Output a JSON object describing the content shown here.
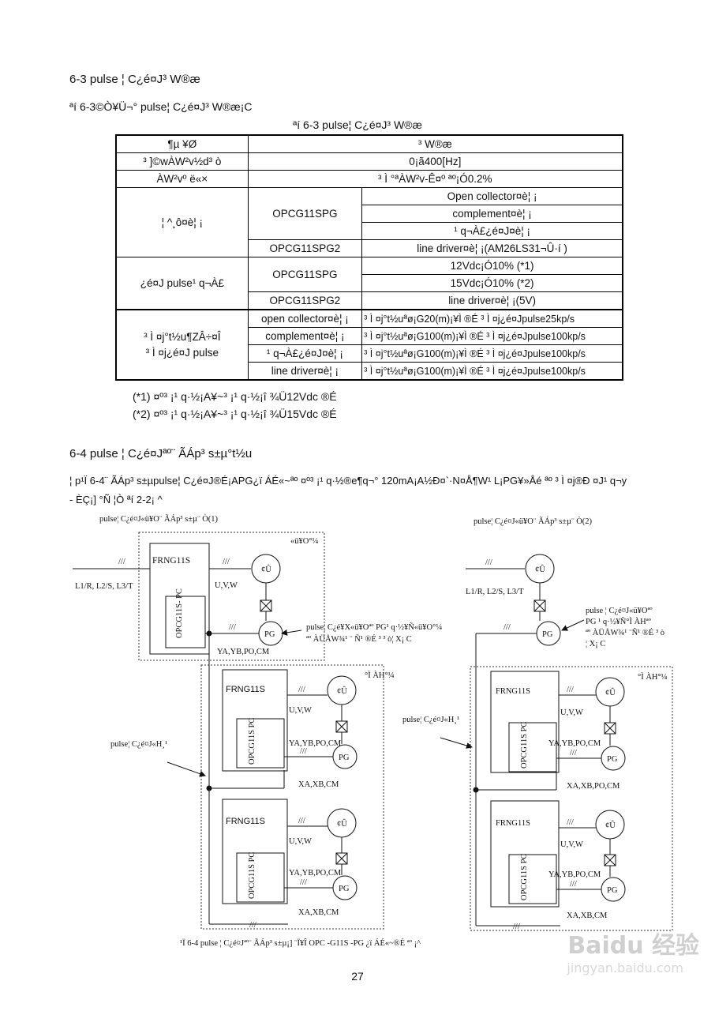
{
  "section_63": {
    "heading": "6-3    pulse ¦ C¿é¤J³ W®æ",
    "intro": "ªí  6-3©Ò¥Ü¬° pulse¦ C¿é¤J³ W®æ¡C",
    "table_caption": "ªí  6-3    pulse¦ C¿é¤J³ W®æ"
  },
  "table": {
    "header": [
      "¶µ    ¥Ø",
      "³ W®æ"
    ],
    "rows": {
      "r1": [
        "³ ]©wÀW²v½d³ ò",
        "0¡ã400[Hz]"
      ],
      "r2": [
        "ÀW²vº ë«×",
        "³ Ì °ªÀW²v-Ê¤º ªº¡Ó0.2%"
      ],
      "group1_label": "¦ ^¸ô¤è¦ ¡",
      "g1_model_a": "OPCG11SPG",
      "g1_a1": "Open collector¤è¦ ¡",
      "g1_a2": "complement¤è¦ ¡",
      "g1_a3": "¹ q¬À£¿é¤J¤è¦ ¡",
      "g1_model_b": "OPCG11SPG2",
      "g1_b1": "line driver¤è¦ ¡(AM26LS31¬Û·í )",
      "group2_label": "¿é¤J pulse¹ q¬À£",
      "g2_model_a": "OPCG11SPG",
      "g2_a1": "12Vdc¡Ó10%   (*1)",
      "g2_a2": "15Vdc¡Ó10%   (*2)",
      "g2_model_b": "OPCG11SPG2",
      "g2_b1": "line driver¤è¦ ¡(5V)",
      "group3_label_1": "³ Ì ¤j°t½u¶ZÂ÷¤Î",
      "group3_label_2": "³ Ì ¤j¿é¤J pulse",
      "g3_m1": "open collector¤è¦ ¡",
      "g3_v1": "³ Ì ¤j°t½uªø¡G20(m)¡¥Ì ®É ³ Ì ¤j¿é¤Jpulse25kp/s",
      "g3_m2": "complement¤è¦ ¡",
      "g3_v2": "³ Ì ¤j°t½uªø¡G100(m)¡¥Ì ®É ³ Ì ¤j¿é¤Jpulse100kp/s",
      "g3_m3": "¹ q¬À£¿é¤J¤è¦ ¡",
      "g3_v3": "³ Ì ¤j°t½uªø¡G100(m)¡¥Ì ®É ³ Ì ¤j¿é¤Jpulse100kp/s",
      "g3_m4": "line driver¤è¦ ¡",
      "g3_v4": "³ Ì ¤j°t½uªø¡G100(m)¡¥Ì ®É ³ Ì ¤j¿é¤Jpulse100kp/s"
    },
    "note1": "(*1)  ¤º³ ¡¹ q·½¡A¥~³ ¡¹ q·½¡î ¾Ü12Vdc ®É",
    "note2": "(*2)  ¤º³ ¡¹ q·½¡A¥~³ ¡¹ q·½¡î ¾Ü15Vdc ®É"
  },
  "section_64": {
    "heading": "6-4    pulse ¦ C¿é¤Jªº¨ ÃÁp³ s±µ°t½u",
    "para1": "¦ p¹Ï   6-4¨ ÃÁp³ s±µpulse¦ C¿é¤J®É¡APG¿ï ÁÉ«~ªº ¤º³ ¡¹ q·½®e¶q¬° 120mA¡A½Ð¤`·N¤Å¶W¹ L¡PG¥»Åé ªº ³ Ì ¤j®Ð ¤J¹ q¬y",
    "para2": "- ÈÇ¡]  °Ñ ¦Ò ªí  2-2¡ ^"
  },
  "diagram": {
    "left_title": "pulse¦ C¿é¤J«ü¥O¨ ÃÁp³ s±µ¨ Ò(1)",
    "right_title": "pulse¦ C¿é¤J«ü¥O¨ ÃÁp³ s±µ¨ Ò(2)",
    "master_label": "«ü¥O°¼",
    "slave_label": "°Ì ÀH°¼",
    "inverter": "FRNG11S",
    "option_card": "OPCG11S PC",
    "option_card_short": "OPCG11S- PC",
    "motor": "¢Û",
    "pg": "PG",
    "power_in": "L1/R, L2/S, L3/T",
    "uvw": "U,V,W",
    "pg_wires": "YA,YB,PO,CM",
    "out_wires": "XA,XB,CM",
    "out_wires_pg": "XA,XB,PO,CM",
    "left_note_1": "pulse¦ C¿é¥X«ü¥Oªº PG¹ q·½¥Ñ«ü¥O°¼",
    "left_note_2": "ªº ÀÜÅW¾¹ ¨ Ñ¹ ®É ³ ³ ò¦ X¡ C",
    "right_note_1": "pulse ¦ C¿é¤J«ü¥Oªº",
    "right_note_2": "PG ¹ q·½¥Ñ°Ì ÀHªº",
    "right_note_3": "ªº ÀÜÅW¾¹ ¨Ñ¹ ®É ³ ò",
    "right_note_4": "¦ X¡ C",
    "pulse_in_left": "pulse¦ C¿é¤J«H¸¹",
    "pulse_in_right": "pulse¦ C¿é¤J«H¸¹",
    "figure_caption": "¹Ï   6-4    pulse   ¦ C¿é¤Jªº¨ ÃÁp³ s±µ¡]                ¨Ï¥Î    OPC   -G11S   -PG   ¿ï ÁÉ«~®É ªº ¡^"
  },
  "page_number": "27",
  "watermark": {
    "logo_text": "Baidu 经验",
    "url": "jingyan.baidu.com"
  }
}
